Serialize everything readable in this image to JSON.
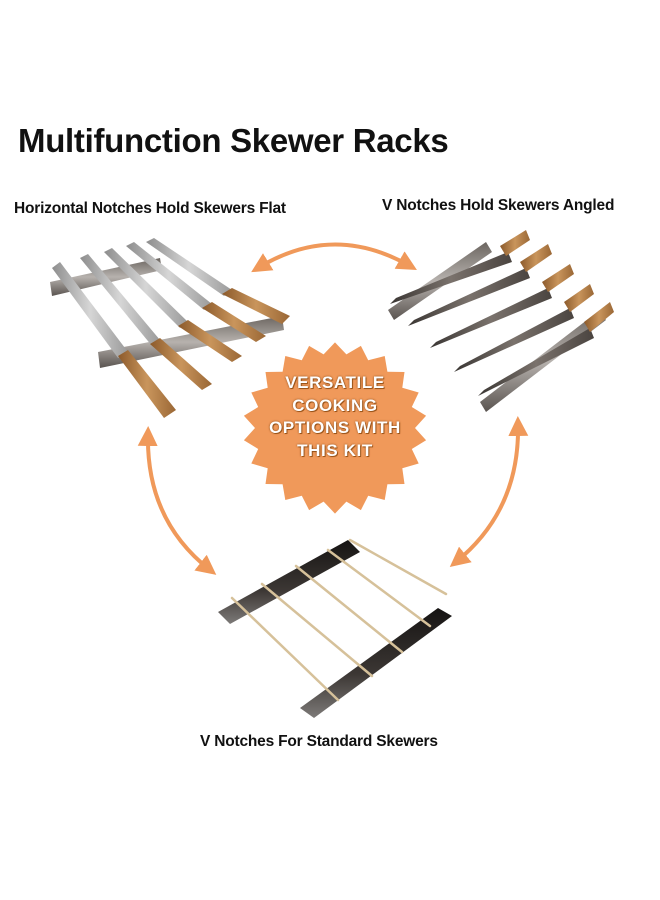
{
  "title": "Multifunction Skewer Racks",
  "labels": {
    "horizontal": "Horizontal Notches Hold Skewers Flat",
    "angled": "V Notches Hold Skewers Angled",
    "standard": "V Notches For Standard Skewers"
  },
  "badge": {
    "lines": [
      "VERSATILE",
      "COOKING",
      "OPTIONS WITH",
      "THIS KIT"
    ]
  },
  "colors": {
    "accent": "#f0995a",
    "badge": "#f0995a",
    "metal": "#a9a9a9",
    "dark_metal": "#2f2b29",
    "wood": "#b98550",
    "bamboo": "#d6c19a"
  }
}
